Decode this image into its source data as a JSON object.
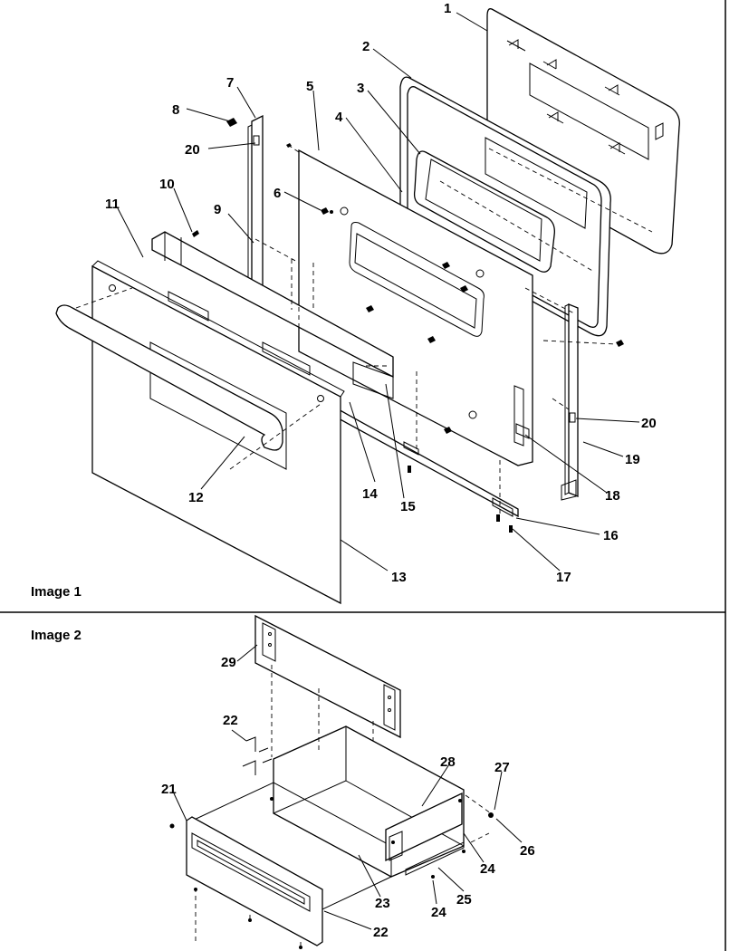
{
  "panels": {
    "image1_label": "Image 1",
    "image2_label": "Image 2"
  },
  "callouts": {
    "c1": "1",
    "c2": "2",
    "c3": "3",
    "c4": "4",
    "c5": "5",
    "c6": "6",
    "c7": "7",
    "c8": "8",
    "c9": "9",
    "c10": "10",
    "c11": "11",
    "c12": "12",
    "c13": "13",
    "c14": "14",
    "c15": "15",
    "c16": "16",
    "c17": "17",
    "c18": "18",
    "c19": "19",
    "c20a": "20",
    "c20b": "20",
    "c21": "21",
    "c22a": "22",
    "c22b": "22",
    "c23": "23",
    "c24a": "24",
    "c24b": "24",
    "c25": "25",
    "c26": "26",
    "c27": "27",
    "c28": "28",
    "c29": "29"
  },
  "colors": {
    "line": "#000000",
    "background": "#ffffff"
  }
}
